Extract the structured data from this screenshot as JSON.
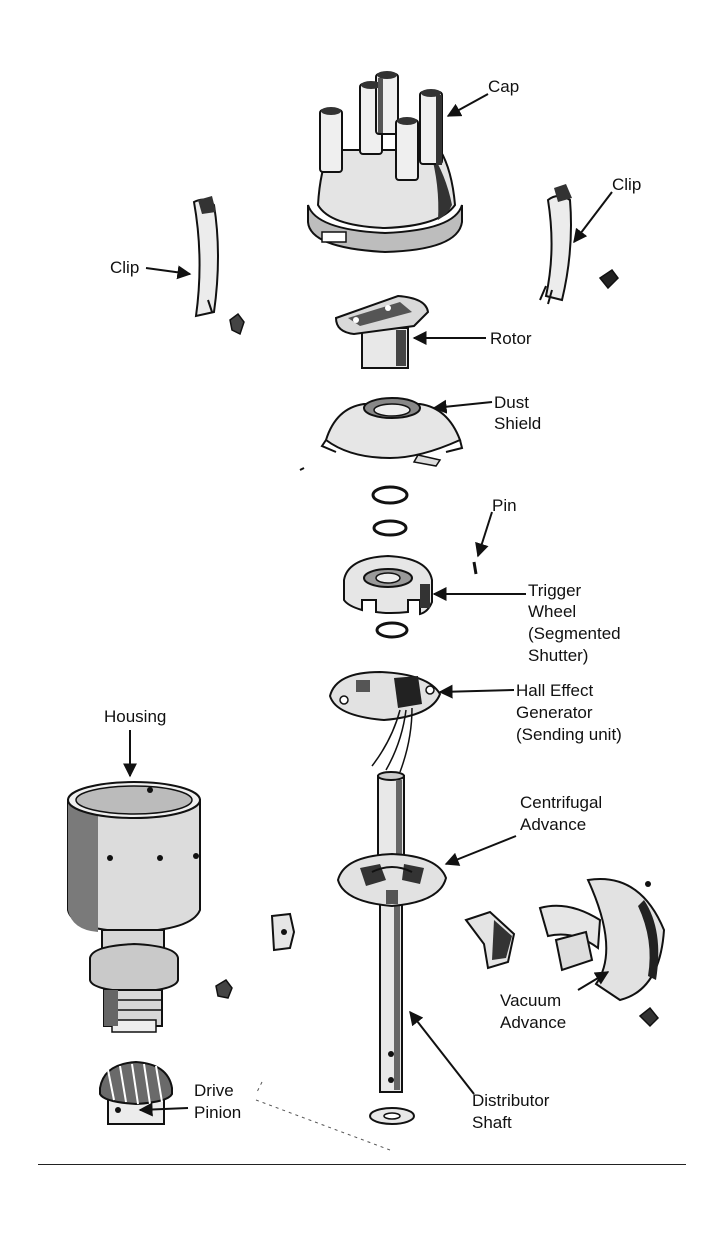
{
  "labels": {
    "cap": "Cap",
    "clip_left": "Clip",
    "clip_right": "Clip",
    "rotor": "Rotor",
    "dust_shield_1": "Dust",
    "dust_shield_2": "Shield",
    "pin": "Pin",
    "trigger_1": "Trigger",
    "trigger_2": "Wheel",
    "trigger_3": "(Segmented",
    "trigger_4": "Shutter)",
    "hall_1": "Hall Effect",
    "hall_2": "Generator",
    "hall_3": "(Sending unit)",
    "housing": "Housing",
    "centrifugal_1": "Centrifugal",
    "centrifugal_2": "Advance",
    "vacuum_1": "Vacuum",
    "vacuum_2": "Advance",
    "drive_1": "Drive",
    "drive_2": "Pinion",
    "shaft_1": "Distributor",
    "shaft_2": "Shaft"
  },
  "colors": {
    "ink": "#111111",
    "shade": "#6e6e6e",
    "light": "#cfcfcf",
    "paper": "#ffffff"
  }
}
